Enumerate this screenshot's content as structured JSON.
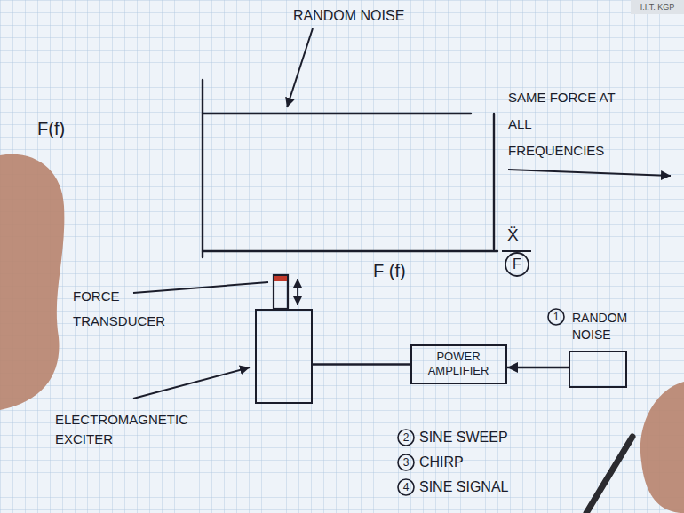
{
  "diagram": {
    "nodes": [
      {
        "text": [
          "ELECTROMAGNETIC EXCITER"
        ]
      },
      {
        "text": [
          "POWER AMPLIFIER"
        ]
      },
      {
        "text": [
          "RANDOM NOISE"
        ]
      }
    ],
    "edges": [
      {
        "from": 2,
        "to": 1,
        "arrow": "to"
      },
      {
        "from": 1,
        "to": 0,
        "arrow": "none"
      }
    ],
    "labels": [
      "RANDOM NOISE",
      "F(f)",
      "SAME FORCE AT ALL FREQUENCIES",
      "Ẍ",
      "F",
      "F (f)",
      "FORCE TRANSDUCER",
      "1",
      "2",
      "SINE SWEEP",
      "3",
      "CHIRP",
      "4",
      "SINE SIGNAL",
      "I.I.T. KGP"
    ]
  }
}
